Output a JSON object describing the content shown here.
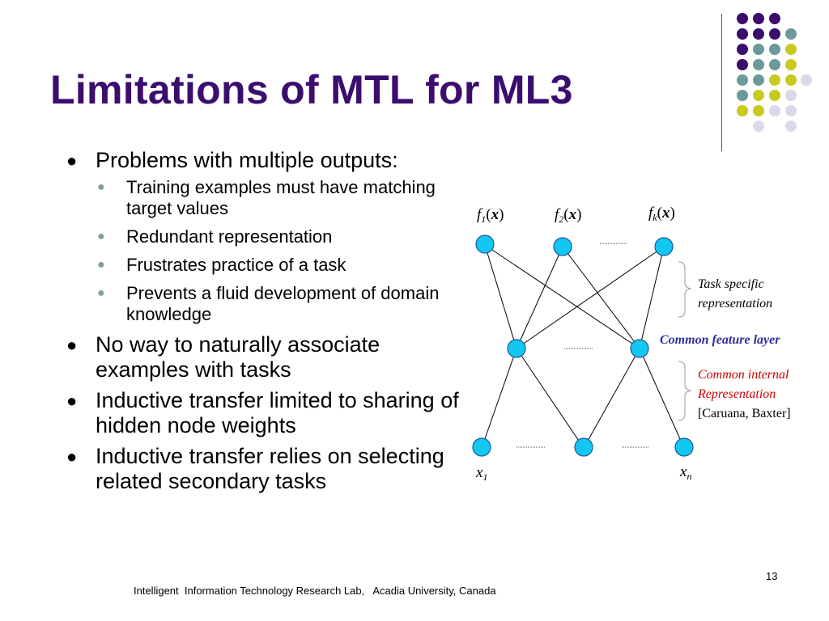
{
  "title": "Limitations of MTL for ML3",
  "bullets": [
    {
      "text": "Problems with multiple outputs:",
      "sub": [
        "Training examples must have matching target values",
        "Redundant representation",
        "Frustrates practice of a task",
        "Prevents a fluid development of domain knowledge"
      ]
    },
    {
      "text": "No way to naturally associate examples with tasks"
    },
    {
      "text": "Inductive transfer limited to sharing of hidden node weights"
    },
    {
      "text": "Inductive transfer relies on selecting related secondary tasks"
    }
  ],
  "diagram": {
    "outputs": [
      {
        "f": "f",
        "sub": "1",
        "arg": "x"
      },
      {
        "f": "f",
        "sub": "2",
        "arg": "x"
      },
      {
        "f": "f",
        "sub": "k",
        "arg": "x"
      }
    ],
    "inputs": [
      {
        "x": "x",
        "sub": "1"
      },
      {
        "x": "x",
        "sub": "n"
      }
    ],
    "labels": {
      "task_specific": "Task specific",
      "representation": "representation",
      "common_feature_layer": "Common feature layer",
      "common_internal": "Common internal",
      "representation2": "Representation",
      "citation": "[Caruana, Baxter]"
    },
    "colors": {
      "node_fill": "#12c7f0",
      "common_feature_layer": "#2e2e9e",
      "common_internal": "#cc0000"
    }
  },
  "footer": "Intelligent  Information Technology Research Lab,   Acadia University, Canada",
  "page_number": "13",
  "theme": {
    "title_color": "#3b0d6e",
    "dot_colors": [
      "#3b0d6e",
      "#6a9a9a",
      "#c9c920",
      "#d9d9ea"
    ]
  }
}
